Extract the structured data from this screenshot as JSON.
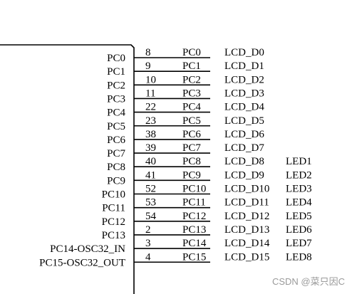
{
  "pins": [
    {
      "chip_label": "PC0",
      "pin_no": "8",
      "net": "PC0",
      "lcd": "LCD_D0",
      "led": ""
    },
    {
      "chip_label": "PC1",
      "pin_no": "9",
      "net": "PC1",
      "lcd": "LCD_D1",
      "led": ""
    },
    {
      "chip_label": "PC2",
      "pin_no": "10",
      "net": "PC2",
      "lcd": "LCD_D2",
      "led": ""
    },
    {
      "chip_label": "PC3",
      "pin_no": "11",
      "net": "PC3",
      "lcd": "LCD_D3",
      "led": ""
    },
    {
      "chip_label": "PC4",
      "pin_no": "22",
      "net": "PC4",
      "lcd": "LCD_D4",
      "led": ""
    },
    {
      "chip_label": "PC5",
      "pin_no": "23",
      "net": "PC5",
      "lcd": "LCD_D5",
      "led": ""
    },
    {
      "chip_label": "PC6",
      "pin_no": "38",
      "net": "PC6",
      "lcd": "LCD_D6",
      "led": ""
    },
    {
      "chip_label": "PC7",
      "pin_no": "39",
      "net": "PC7",
      "lcd": "LCD_D7",
      "led": ""
    },
    {
      "chip_label": "PC8",
      "pin_no": "40",
      "net": "PC8",
      "lcd": "LCD_D8",
      "led": "LED1"
    },
    {
      "chip_label": "PC9",
      "pin_no": "41",
      "net": "PC9",
      "lcd": "LCD_D9",
      "led": "LED2"
    },
    {
      "chip_label": "PC10",
      "pin_no": "52",
      "net": "PC10",
      "lcd": "LCD_D10",
      "led": "LED3"
    },
    {
      "chip_label": "PC11",
      "pin_no": "53",
      "net": "PC11",
      "lcd": "LCD_D11",
      "led": "LED4"
    },
    {
      "chip_label": "PC12",
      "pin_no": "54",
      "net": "PC12",
      "lcd": "LCD_D12",
      "led": "LED5"
    },
    {
      "chip_label": "PC13",
      "pin_no": "2",
      "net": "PC13",
      "lcd": "LCD_D13",
      "led": "LED6"
    },
    {
      "chip_label": "PC14-OSC32_IN",
      "pin_no": "3",
      "net": "PC14",
      "lcd": "LCD_D14",
      "led": "LED7"
    },
    {
      "chip_label": "PC15-OSC32_OUT",
      "pin_no": "4",
      "net": "PC15",
      "lcd": "LCD_D15",
      "led": "LED8"
    }
  ],
  "watermark": "CSDN @菜只因C",
  "colors": {
    "line": "#000000",
    "text": "#000000",
    "watermark": "#9a9a9a",
    "background": "#ffffff"
  }
}
